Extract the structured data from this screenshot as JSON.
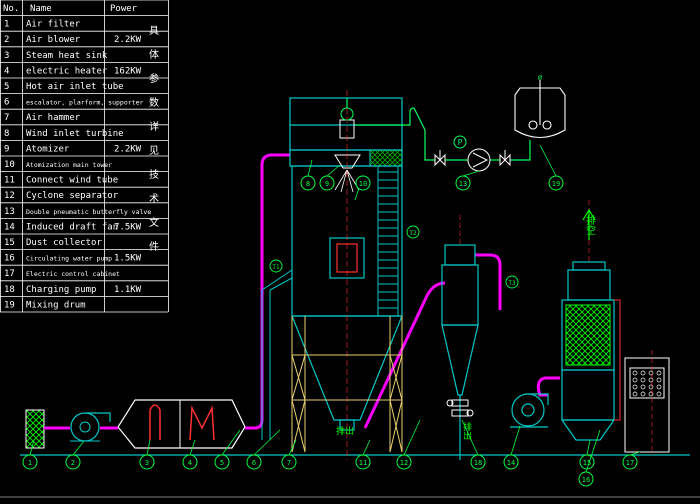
{
  "table": {
    "headers": [
      "No.",
      "Name",
      "Power"
    ],
    "rows": [
      {
        "no": "1",
        "name": "Air filter",
        "power": ""
      },
      {
        "no": "2",
        "name": "Air blower",
        "power": "2.2KW"
      },
      {
        "no": "3",
        "name": "Steam heat sink",
        "power": ""
      },
      {
        "no": "4",
        "name": "electric heater",
        "power": "162KW"
      },
      {
        "no": "5",
        "name": "Hot air inlet tube",
        "power": ""
      },
      {
        "no": "6",
        "name": "escalator, plarform, supporter",
        "power": ""
      },
      {
        "no": "7",
        "name": "Air hammer",
        "power": ""
      },
      {
        "no": "8",
        "name": "Wind inlet turbine",
        "power": ""
      },
      {
        "no": "9",
        "name": "Atomizer",
        "power": "2.2KW"
      },
      {
        "no": "10",
        "name": "Atomization main tower",
        "power": ""
      },
      {
        "no": "11",
        "name": "Connect wind tube",
        "power": ""
      },
      {
        "no": "12",
        "name": "Cyclone separator",
        "power": ""
      },
      {
        "no": "13",
        "name": "Double pneumatic butterfly valve",
        "power": ""
      },
      {
        "no": "14",
        "name": "Induced draft fan",
        "power": "7.5KW"
      },
      {
        "no": "15",
        "name": "Dust collector",
        "power": ""
      },
      {
        "no": "16",
        "name": "Circulating water pump",
        "power": "1.5KW"
      },
      {
        "no": "17",
        "name": "Electric control cabinet",
        "power": ""
      },
      {
        "no": "18",
        "name": "Charging pump",
        "power": "1.1KW"
      },
      {
        "no": "19",
        "name": "Mixing drum",
        "power": ""
      }
    ]
  },
  "side_note_chars": [
    "具",
    "体",
    "参",
    "数",
    "详",
    "见",
    "技",
    "术",
    "文",
    "件"
  ],
  "callouts": [
    "1",
    "2",
    "3",
    "4",
    "5",
    "6",
    "7",
    "8",
    "9",
    "10",
    "11",
    "12",
    "13",
    "14",
    "15",
    "16",
    "17",
    "18",
    "19"
  ],
  "pipe_tags": [
    "T1",
    "T2",
    "T3"
  ],
  "labels": {
    "exhaust": "排空",
    "discharge_1": "排出",
    "discharge_2": "排出",
    "pump_p": "P",
    "drum_mark": "∅"
  },
  "colors": {
    "background": "#000000",
    "table_line": "#ffffff",
    "structure": "#00c8c8",
    "hot_air_pipe": "#ff00ff",
    "support_frame": "#e8d070",
    "feed_pipe": "#00ff60",
    "mesh": "#00ff00",
    "heater": "#ff3030",
    "callout": "#00ff40"
  }
}
